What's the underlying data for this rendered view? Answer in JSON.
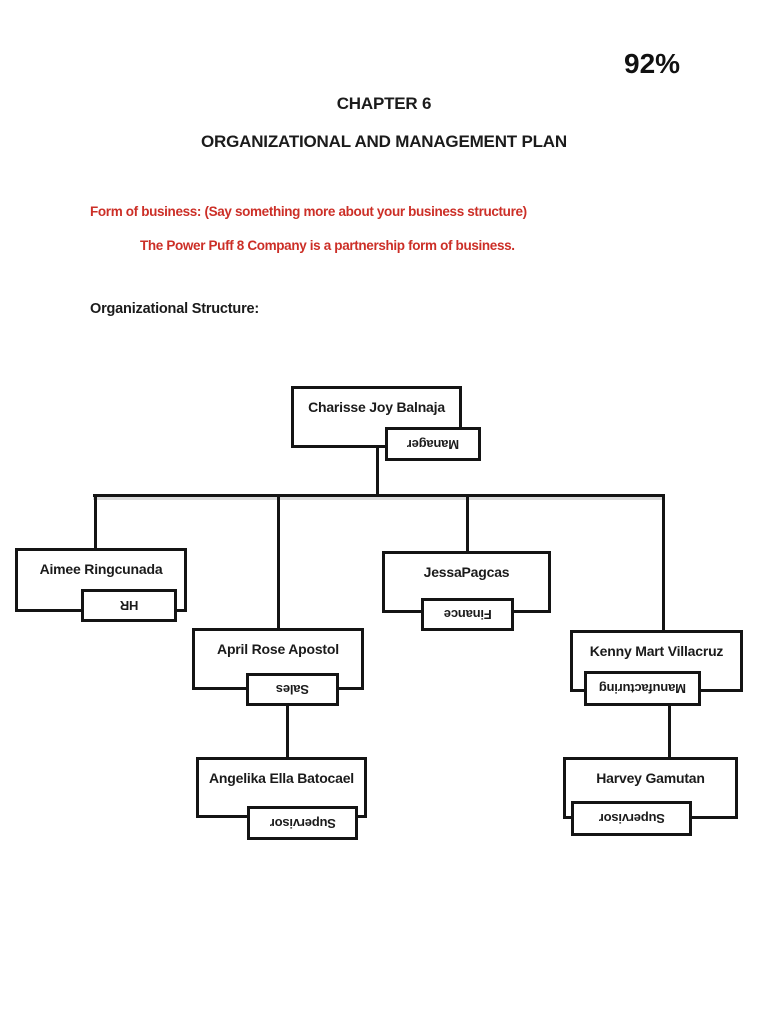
{
  "page": {
    "score_percentage": "92%",
    "chapter_heading": "CHAPTER 6",
    "title": "ORGANIZATIONAL AND MANAGEMENT PLAN",
    "form_of_business_line1": "Form of business: (Say something more about your business structure)",
    "form_of_business_line2": "The Power Puff 8 Company is a partnership form of business.",
    "section_label": "Organizational Structure:",
    "accent_red": "#cc2f27",
    "line_color": "#141414"
  },
  "org_chart": {
    "nodes": [
      {
        "name": "Charisse Joy Balnaja",
        "role": "Manager"
      },
      {
        "name": "Aimee Ringcunada",
        "role": "HR"
      },
      {
        "name": "April Rose Apostol",
        "role": "Sales"
      },
      {
        "name": "JessaPagcas",
        "role": "Finance"
      },
      {
        "name": "Kenny Mart Villacruz",
        "role": "Manufacturing"
      },
      {
        "name": "Angelika Ella Batocael",
        "role": "Supervisor"
      },
      {
        "name": "Harvey Gamutan",
        "role": "Supervisor"
      }
    ]
  }
}
